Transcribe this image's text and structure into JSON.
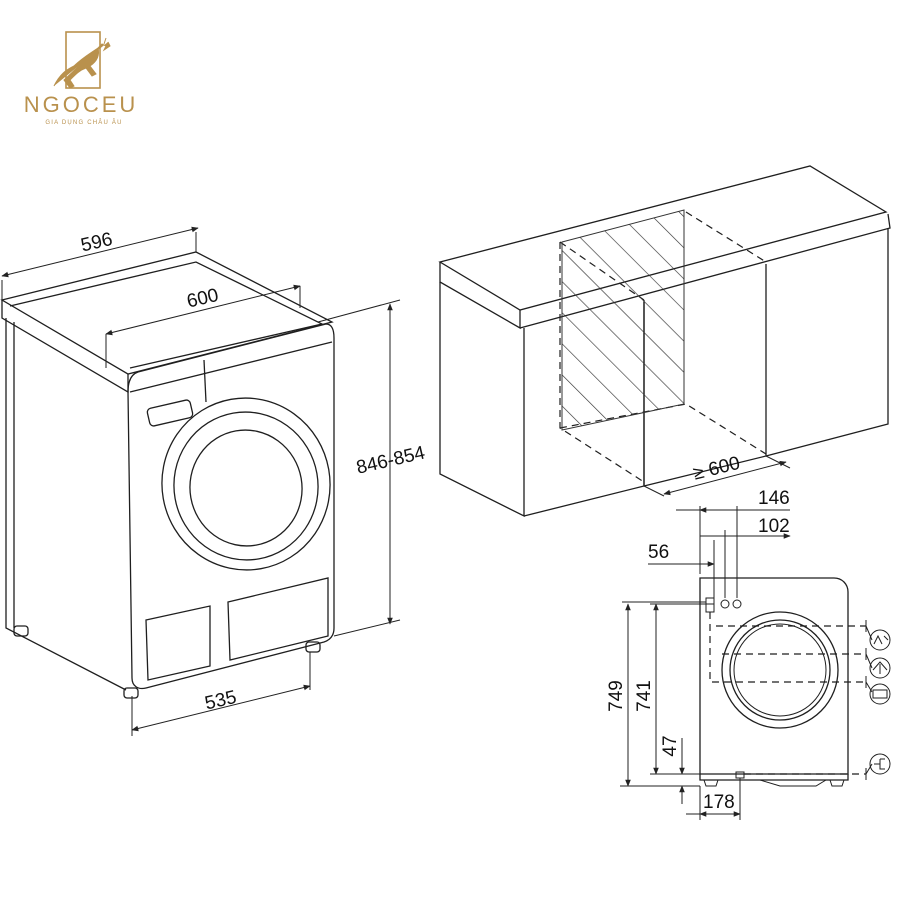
{
  "brand": {
    "name": "NGOCEU",
    "tagline": "GIA DỤNG CHÂU ÂU",
    "color": "#b9914d"
  },
  "front_view": {
    "width_label": "596",
    "top_width_label": "600",
    "height_label": "846-854",
    "depth_label": "535"
  },
  "niche_view": {
    "min_width_label": "≥ 600"
  },
  "rear_view": {
    "dim_146": "146",
    "dim_102": "102",
    "dim_56": "56",
    "dim_749": "749",
    "dim_741": "741",
    "dim_47": "47",
    "dim_178": "178",
    "icons": [
      "vent-connection-icon",
      "water-inlet-icon",
      "drain-icon",
      "power-plug-icon"
    ]
  }
}
